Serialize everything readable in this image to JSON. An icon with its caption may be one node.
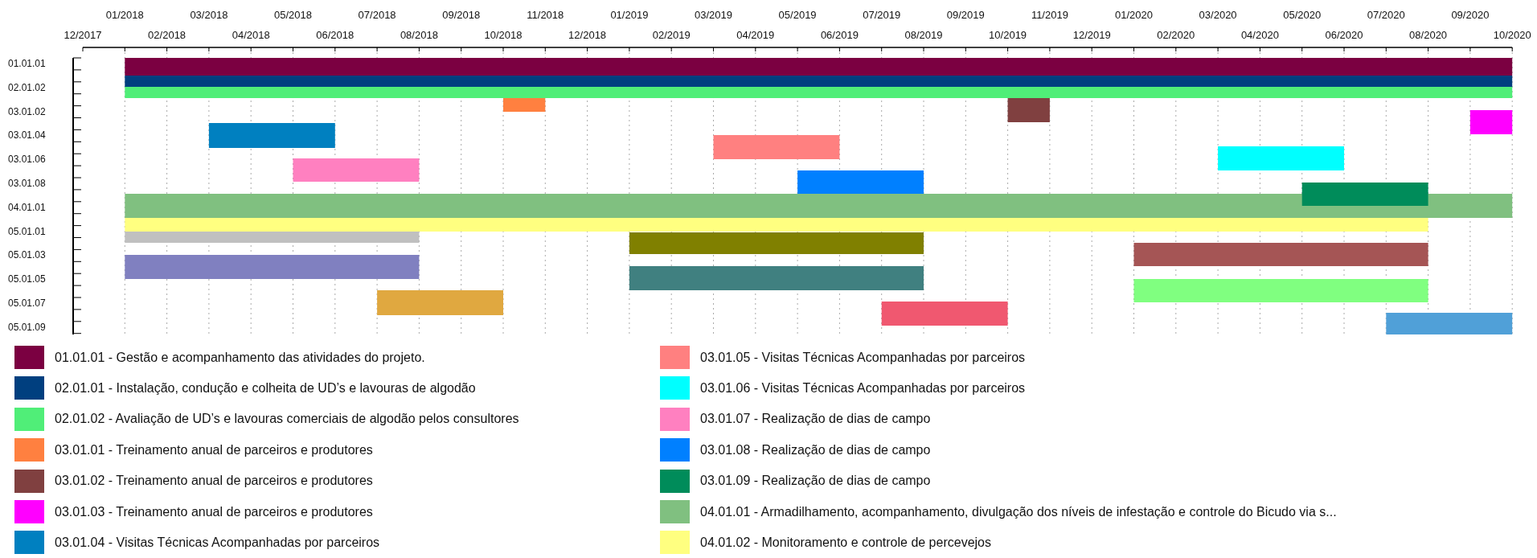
{
  "diagram": {
    "labels": [
      "01/2018",
      "03/2018",
      "05/2018",
      "07/2018",
      "09/2018",
      "11/2018",
      "01/2019",
      "03/2019",
      "05/2019",
      "07/2019",
      "09/2019",
      "11/2019",
      "01/2020",
      "03/2020",
      "05/2020",
      "07/2020",
      "09/2020",
      "12/2017",
      "02/2018",
      "04/2018",
      "06/2018",
      "08/2018",
      "10/2018",
      "12/2018",
      "02/2019",
      "04/2019",
      "06/2019",
      "08/2019",
      "10/2019",
      "12/2019",
      "02/2020",
      "04/2020",
      "06/2020",
      "08/2020",
      "10/2020",
      "01.01.01",
      "02.01.02",
      "03.01.02",
      "03.01.04",
      "03.01.06",
      "03.01.08",
      "04.01.01",
      "05.01.01",
      "05.01.03",
      "05.01.05",
      "05.01.07",
      "05.01.09"
    ],
    "legend": [
      {
        "text": "01.01.01 - Gestão e acompanhamento das atividades do projeto.",
        "color": "#7b0041"
      },
      {
        "text": "02.01.01 - Instalação, condução e colheita de UD’s e lavouras de algodão",
        "color": "#003f7f"
      },
      {
        "text": "02.01.02 - Avaliação de UD’s e lavouras comerciais de algodão pelos consultores",
        "color": "#50ee78"
      },
      {
        "text": "03.01.01 - Treinamento anual de parceiros e produtores",
        "color": "#ff8040"
      },
      {
        "text": "03.01.02 - Treinamento anual de parceiros e produtores",
        "color": "#804040"
      },
      {
        "text": "03.01.03 - Treinamento anual de parceiros e produtores",
        "color": "#ff00ff"
      },
      {
        "text": "03.01.04 - Visitas Técnicas Acompanhadas por parceiros",
        "color": "#0080c0"
      },
      {
        "text": "03.01.05 - Visitas Técnicas Acompanhadas por parceiros",
        "color": "#ff8080"
      },
      {
        "text": "03.01.06 - Visitas Técnicas Acompanhadas por parceiros",
        "color": "#00ffff"
      },
      {
        "text": "03.01.07 - Realização de dias de campo",
        "color": "#ff80c0"
      },
      {
        "text": "03.01.08 - Realização de dias de campo",
        "color": "#0080ff"
      },
      {
        "text": "03.01.09 - Realização de dias de campo",
        "color": "#008c5a"
      },
      {
        "text": "04.01.01 - Armadilhamento, acompanhamento, divulgação dos níveis de infestação e controle do Bicudo via s...",
        "color": "#80c080"
      },
      {
        "text": "04.01.02 - Monitoramento e controle de percevejos",
        "color": "#ffff80"
      }
    ]
  }
}
